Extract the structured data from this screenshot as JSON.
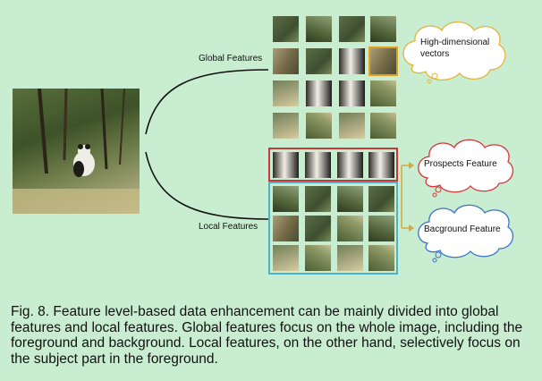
{
  "labels": {
    "global": "Global Features",
    "local": "Local Features",
    "high_dim": "High-dimensional vectors",
    "prospects": "Prospects Feature",
    "background": "Bacground Feature"
  },
  "caption": "Fig. 8. Feature level-based data enhancement can be mainly divided into global features and local features. Global features focus on the whole image, including the foreground and background. Local features, on the other hand, selectively focus on the subject part in the foreground.",
  "colors": {
    "background": "#c9edd0",
    "prospect_box": "#c83a3a",
    "background_box": "#4fb2cc",
    "highlight_tile": "#e0a020",
    "high_dim_cloud": "#e2b43b",
    "prospect_cloud": "#d23838",
    "background_cloud": "#3a73c9",
    "arrow": "#d6a73a"
  }
}
